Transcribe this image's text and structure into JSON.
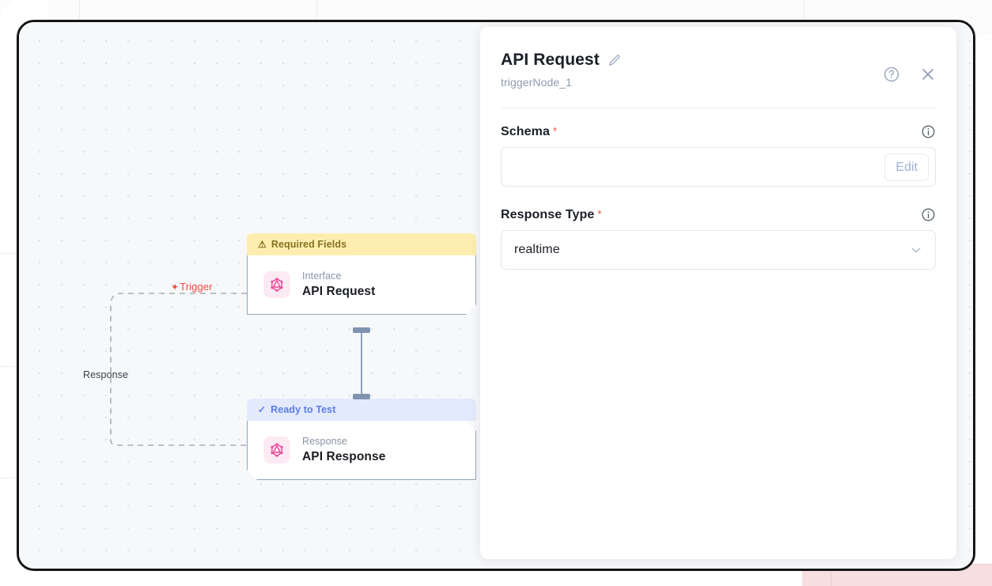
{
  "window": {
    "frame_color": "#161616",
    "canvas_bg": "#f7f8fa"
  },
  "canvas": {
    "edges": [
      {
        "id": "trigger-edge",
        "label": "Trigger",
        "icon": "bolt-icon",
        "color": "#f0483e"
      },
      {
        "id": "response-edge",
        "label": "Response",
        "icon": "",
        "color": "#3a3f4a"
      }
    ],
    "nodes": [
      {
        "id": "node-api-request",
        "banner": {
          "text": "Required Fields",
          "icon": "warning-triangle-icon",
          "state": "warning",
          "bg": "#fdeeb0",
          "fg": "#86711f"
        },
        "kind": "Interface",
        "title": "API Request",
        "icon": "graphql-icon"
      },
      {
        "id": "node-api-response",
        "banner": {
          "text": "Ready to Test",
          "icon": "check-icon",
          "state": "ready",
          "bg": "#e3eafc",
          "fg": "#5b7ce8"
        },
        "kind": "Response",
        "title": "API Response",
        "icon": "graphql-icon"
      }
    ]
  },
  "panel": {
    "title": "API Request",
    "subtitle": "triggerNode_1",
    "edit_title_icon": "pencil-icon",
    "help_icon": "help-circle-icon",
    "close_icon": "close-icon",
    "fields": [
      {
        "id": "schema",
        "label": "Schema",
        "required_marker": "*",
        "info_icon": "info-icon",
        "type": "text-with-button",
        "value": "",
        "button_label": "Edit"
      },
      {
        "id": "response-type",
        "label": "Response Type",
        "required_marker": "*",
        "info_icon": "info-icon",
        "type": "select",
        "value": "realtime",
        "chevron_icon": "chevron-down-icon"
      }
    ]
  }
}
